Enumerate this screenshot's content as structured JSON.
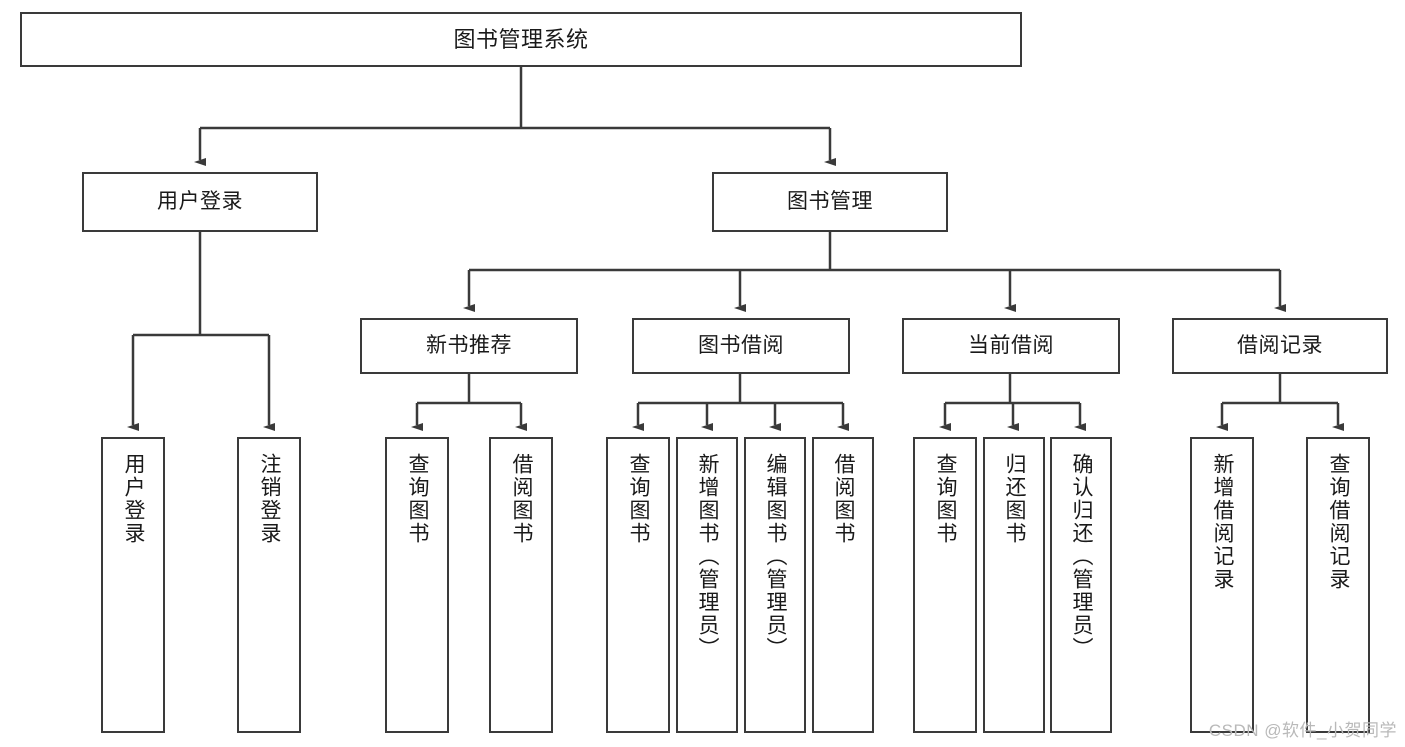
{
  "diagram": {
    "type": "tree",
    "title": "图书管理系统",
    "watermark": "CSDN @软件_小贺同学",
    "colors": {
      "background": "#ffffff",
      "node_fill": "#ffffff",
      "node_stroke": "#3a3a3a",
      "edge_stroke": "#3a3a3a",
      "text": "#1a1a1a",
      "watermark": "#b9b9b9"
    },
    "nodes": {
      "root": {
        "label": "图书管理系统"
      },
      "level2": [
        {
          "id": "user_login",
          "label": "用户登录"
        },
        {
          "id": "book_manage",
          "label": "图书管理"
        }
      ],
      "level3": [
        {
          "id": "new_book_rec",
          "label": "新书推荐"
        },
        {
          "id": "book_borrow",
          "label": "图书借阅"
        },
        {
          "id": "current_borrow",
          "label": "当前借阅"
        },
        {
          "id": "borrow_record",
          "label": "借阅记录"
        }
      ],
      "leaves": {
        "user_login": [
          {
            "id": "leaf_user_login",
            "label": "用户登录"
          },
          {
            "id": "leaf_user_logout",
            "label": "注销登录"
          }
        ],
        "new_book_rec": [
          {
            "id": "leaf_query_book_1",
            "label": "查询图书"
          },
          {
            "id": "leaf_borrow_book_1",
            "label": "借阅图书"
          }
        ],
        "book_borrow": [
          {
            "id": "leaf_query_book_2",
            "label": "查询图书"
          },
          {
            "id": "leaf_add_book",
            "label": "新增图书（管理员）"
          },
          {
            "id": "leaf_edit_book",
            "label": "编辑图书（管理员）"
          },
          {
            "id": "leaf_borrow_book_2",
            "label": "借阅图书"
          }
        ],
        "current_borrow": [
          {
            "id": "leaf_query_book_3",
            "label": "查询图书"
          },
          {
            "id": "leaf_return_book",
            "label": "归还图书"
          },
          {
            "id": "leaf_confirm_return",
            "label": "确认归还（管理员）"
          }
        ],
        "borrow_record": [
          {
            "id": "leaf_add_record",
            "label": "新增借阅记录"
          },
          {
            "id": "leaf_query_record",
            "label": "查询借阅记录"
          }
        ]
      }
    }
  }
}
